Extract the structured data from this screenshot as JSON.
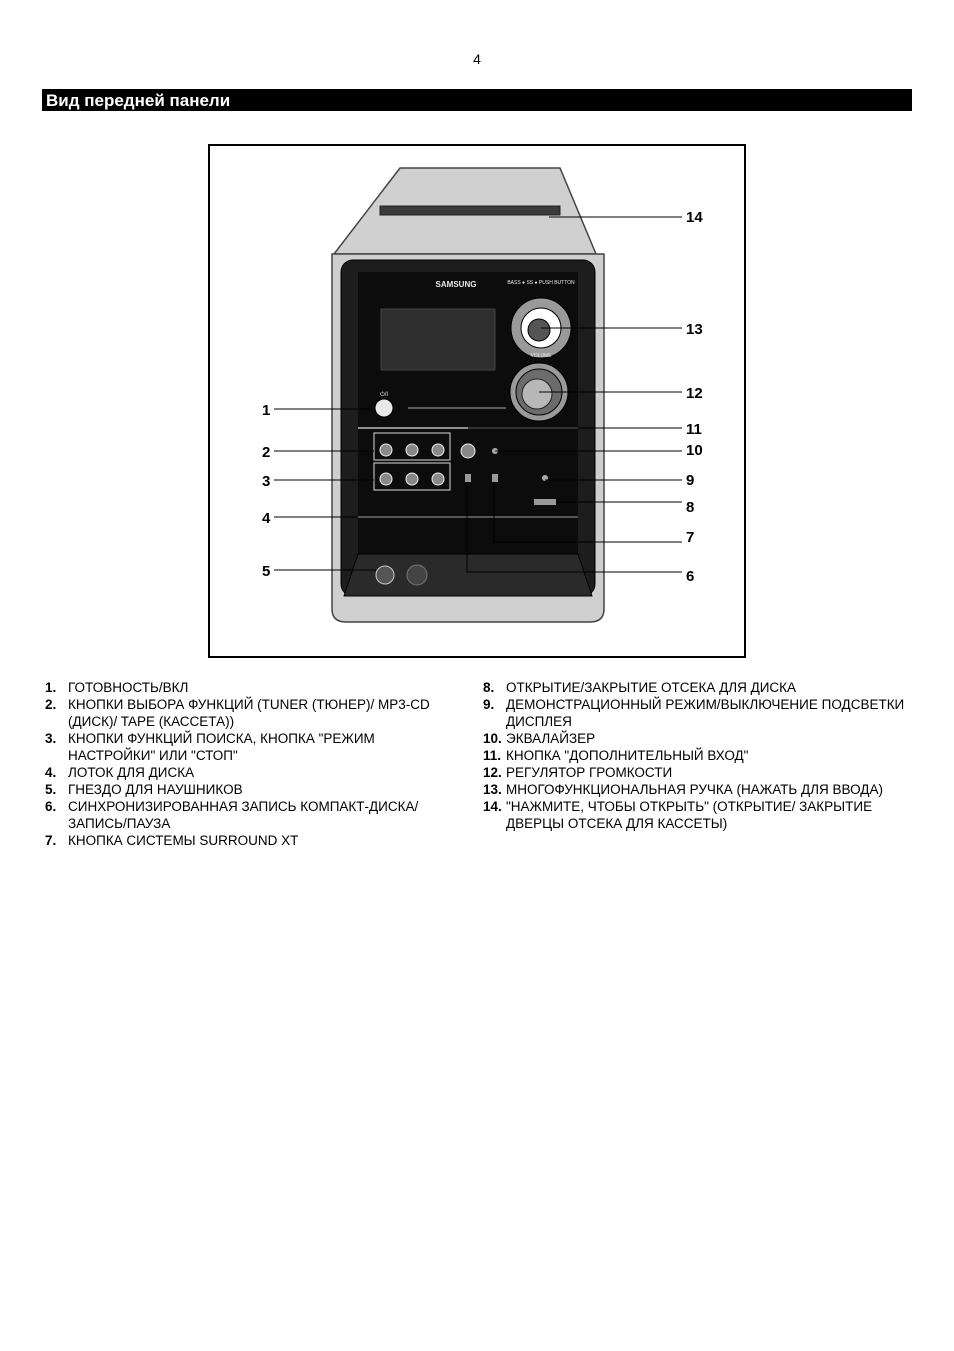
{
  "page": {
    "number": "4"
  },
  "section": {
    "title": "Вид передней панели"
  },
  "figure": {
    "callouts": [
      "1",
      "2",
      "3",
      "4",
      "5",
      "6",
      "7",
      "8",
      "9",
      "10",
      "11",
      "12",
      "13",
      "14"
    ],
    "device_labels": {
      "brand": "SAMSUNG",
      "knob_top": "BASS ● SS ● PUSH BUTTON",
      "volume": "VOLUME",
      "power": "⏻/I"
    }
  },
  "legend": {
    "left": [
      {
        "num": "1.",
        "text": "ГОТОВНОСТЬ/ВКЛ"
      },
      {
        "num": "2.",
        "text": "КНОПКИ ВЫБОРА ФУНКЦИЙ (TUNER (ТЮНЕР)/ MP3-CD (ДИСК)/ TAPE (КАССЕТА))"
      },
      {
        "num": "3.",
        "text": "КНОПКИ ФУНКЦИЙ ПОИСКА, КНОПКА \"РЕЖИМ НАСТРОЙКИ\" ИЛИ \"СТОП\""
      },
      {
        "num": "4.",
        "text": "ЛОТОК ДЛЯ ДИСКА"
      },
      {
        "num": "5.",
        "text": "ГНЕЗДО ДЛЯ НАУШНИКОВ"
      },
      {
        "num": "6.",
        "text": "СИНХРОНИЗИРОВАННАЯ ЗАПИСЬ КОМПАКТ-ДИСКА/ ЗАПИСЬ/ПАУЗА"
      },
      {
        "num": "7.",
        "text": "КНОПКА СИСТЕМЫ SURROUND XT"
      }
    ],
    "right": [
      {
        "num": "8.",
        "text": "ОТКРЫТИЕ/ЗАКРЫТИЕ ОТСЕКА ДЛЯ ДИСКА"
      },
      {
        "num": "9.",
        "text": "ДЕМОНСТРАЦИОННЫЙ РЕЖИМ/ВЫКЛЮЧЕНИЕ ПОДСВЕТКИ ДИСПЛЕЯ"
      },
      {
        "num": "10.",
        "text": "ЭКВАЛАЙЗЕР"
      },
      {
        "num": "11.",
        "text": "КНОПКА \"ДОПОЛНИТЕЛЬНЫЙ ВХОД\""
      },
      {
        "num": "12.",
        "text": "РЕГУЛЯТОР ГРОМКОСТИ"
      },
      {
        "num": "13.",
        "text": "МНОГОФУНКЦИОНАЛЬНАЯ РУЧКА (НАЖАТЬ ДЛЯ ВВОДА)"
      },
      {
        "num": "14.",
        "text": "\"НАЖМИТЕ, ЧТОБЫ ОТКРЫТЬ\" (ОТКРЫТИЕ/ ЗАКРЫТИЕ ДВЕРЦЫ ОТСЕКА ДЛЯ КАССЕТЫ)"
      }
    ]
  }
}
